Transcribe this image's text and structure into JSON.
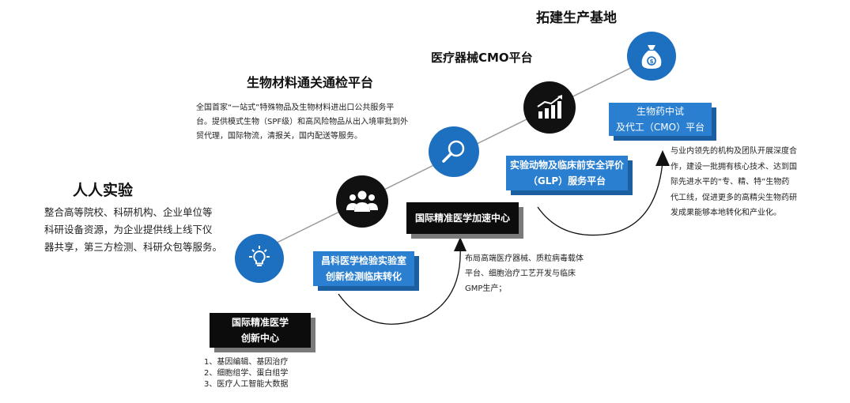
{
  "colors": {
    "accent_blue": "#1d6fc0",
    "box_blue": "#2a7fd0",
    "black": "#111111",
    "line_gray": "#9a9a9a"
  },
  "titles": {
    "renren": "人人实验",
    "biomaterial": "生物材料通关通检平台",
    "cmo_device": "医疗器械CMO平台",
    "base": "拓建生产基地"
  },
  "texts": {
    "renren_desc": [
      "整合高等院校、科研机构、企业单位等",
      "科研设备资源，为企业提供线上线下仪",
      "器共享，第三方检测、科研众包等服务。"
    ],
    "biomaterial_desc": [
      "全国首家“一站式”特殊物品及生物材料进出口公共服务平",
      "台。提供模式生物（SPF级）和高风险物品从出入境审批到外",
      "贸代理，国际物流，清报关，国内配送等服务。"
    ],
    "precision_desc": [
      "布局高端医疗器械、质粒病毒载体",
      "平台、细胞治疗工艺开发与临床",
      "GMP生产；"
    ],
    "innovation_list": [
      "1、基因编辑、基因治疗",
      "2、细胞组学、蛋白组学",
      "3、医疗人工智能大数据"
    ],
    "cdmo_desc": [
      "与业内领先的机构及团队开展深度合",
      "作，建设一批拥有核心技术、达到国",
      "际先进水平的“专、精、特”生物药",
      "代工线，促进更多的高精尖生物药研",
      "发成果能够本地转化和产业化。"
    ]
  },
  "boxes": {
    "innovation_center": [
      "国际精准医学",
      "创新中心"
    ],
    "changke_lab": [
      "昌科医学检验实验室",
      "创新检测临床转化"
    ],
    "precision_accel": "国际精准医学加速中心",
    "glp": [
      "实验动物及临床前安全评价",
      "（GLP）服务平台"
    ],
    "cmo_bio": [
      "生物药中试",
      "及代工（CMO）平台"
    ]
  },
  "icons": [
    "lightbulb-icon",
    "people-icon",
    "search-icon",
    "growth-chart-icon",
    "money-bag-icon"
  ]
}
